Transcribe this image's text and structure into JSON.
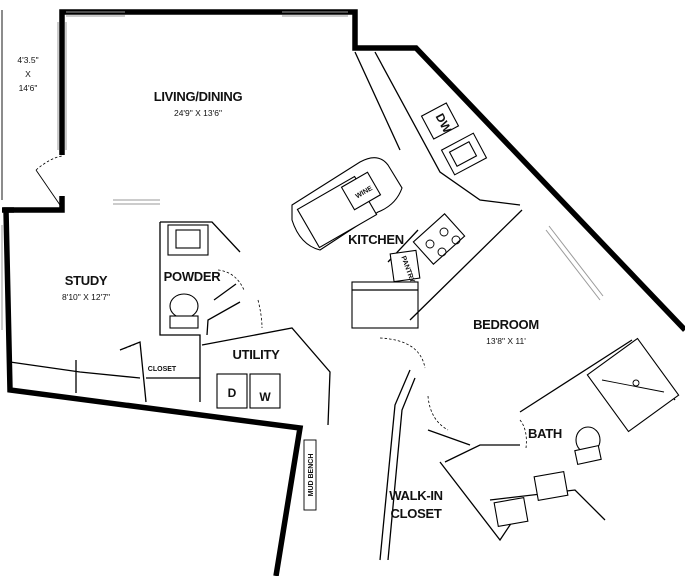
{
  "rooms": {
    "living": {
      "name": "LIVING/DINING",
      "dim": "24'9\" X 13'6\""
    },
    "study": {
      "name": "STUDY",
      "dim": "8'10\" X 12'7\""
    },
    "powder": {
      "name": "POWDER"
    },
    "utility": {
      "name": "UTILITY"
    },
    "kitchen": {
      "name": "KITCHEN"
    },
    "bedroom": {
      "name": "BEDROOM",
      "dim": "13'8\" X 11'"
    },
    "bath": {
      "name": "BATH"
    },
    "walkin": {
      "line1": "WALK-IN",
      "line2": "CLOSET"
    }
  },
  "balcony": {
    "w": "4'3.5\"",
    "x": "X",
    "h": "14'6\""
  },
  "fixtures": {
    "dw": "DW",
    "wine": "WINE",
    "pantry": "PANTRY",
    "closet": "CLOSET",
    "dryer": "D",
    "washer": "W",
    "mud_bench": "MUD BENCH"
  }
}
